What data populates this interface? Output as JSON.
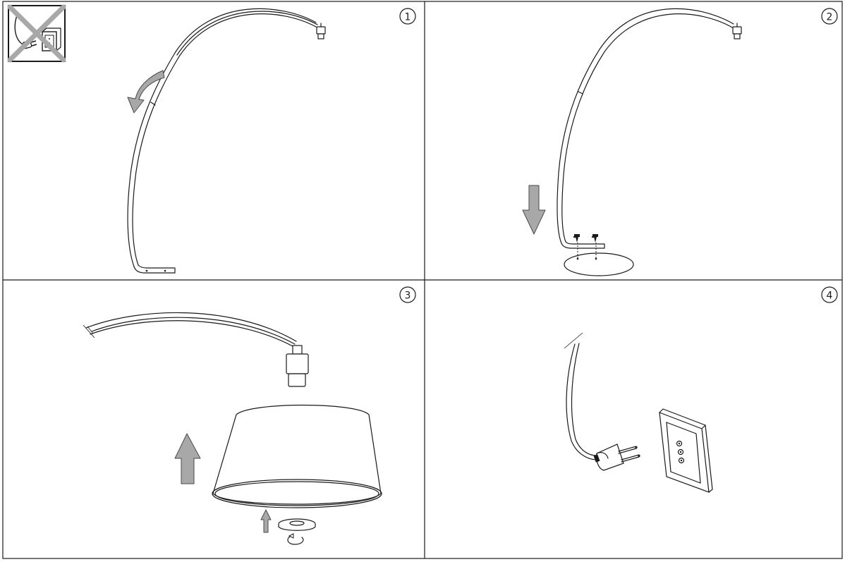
{
  "steps": [
    {
      "number": "1"
    },
    {
      "number": "2"
    },
    {
      "number": "3"
    },
    {
      "number": "4"
    }
  ],
  "icons": {
    "warning": "unplug-before-assembly-icon",
    "rotate": "rotate-arrow-icon",
    "down": "down-arrow-icon",
    "up": "up-arrow-icon",
    "screw": "screw-icon",
    "plug": "plug-icon",
    "socket": "wall-socket-icon"
  },
  "colors": {
    "line": "#1a1a1a",
    "arrow_fill": "#a8a8a8",
    "background": "#ffffff"
  }
}
